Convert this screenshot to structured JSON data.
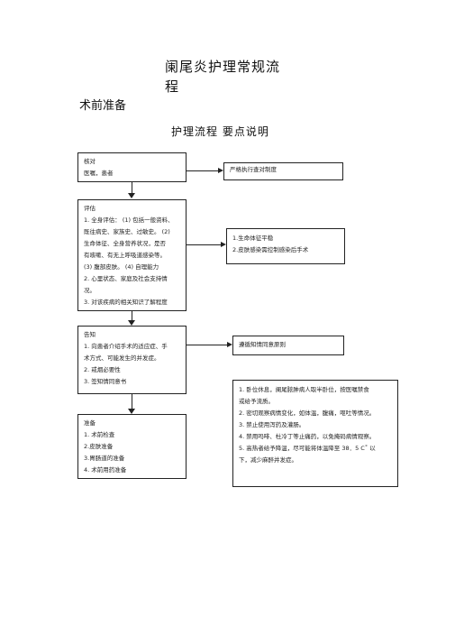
{
  "title": "阑尾炎护理常规流程",
  "section": "术前准备",
  "subheader": "护理流程  要点说明",
  "flow": {
    "check": {
      "heading": "核对",
      "lines": [
        "医嘱，患者"
      ]
    },
    "assess": {
      "heading": "评估",
      "lines": [
        "1. 全身评估：  (1) 包括一般资料、",
        "既往病史、家族史、过敏史。     (2)",
        "生命体征、全身营养状况，是否",
        "有咳嗽、有无上呼吸道感染等。",
        "(3) 腹部皮肤。 (4) 自理能力",
        "2. 心里状态、家庭及社会支持情",
        "况。",
        "3. 对该疾病的相关知识了解程度"
      ]
    },
    "inform": {
      "heading": "告知",
      "lines": [
        "1. 向患者介绍手术的适应症、手",
        "术方式、可能发生的并发症。",
        "2. 戒烟必要性",
        "3. 签知情同意书"
      ]
    },
    "prepare": {
      "heading": "准备",
      "lines": [
        "1. 术前检查",
        "2.皮肤准备",
        "3.胃肠道的准备",
        "4. 术前用药准备"
      ]
    }
  },
  "notes": {
    "check": "严格执行查对制度",
    "assess": [
      "1.生命体征平稳",
      "2.皮肤感染需控制感染后手术"
    ],
    "inform": "遵循知情同意原则",
    "prepare": [
      "1. 卧位休息，阑尾脓肿病人取半卧位，按医嘱禁食",
      "或给予流质。",
      "2. 密切观察病情变化，如体温，腹痛，呕吐等情况。",
      "3. 禁止使用泻药及灌肠。",
      "4. 禁用吗啡、杜冷丁等止痛药，以免掩码病情观察。",
      "5. 高热者给予降温，尽可能将体温降至        38．5 C˚ 以",
      "下，减少麻醉并发症。"
    ]
  }
}
